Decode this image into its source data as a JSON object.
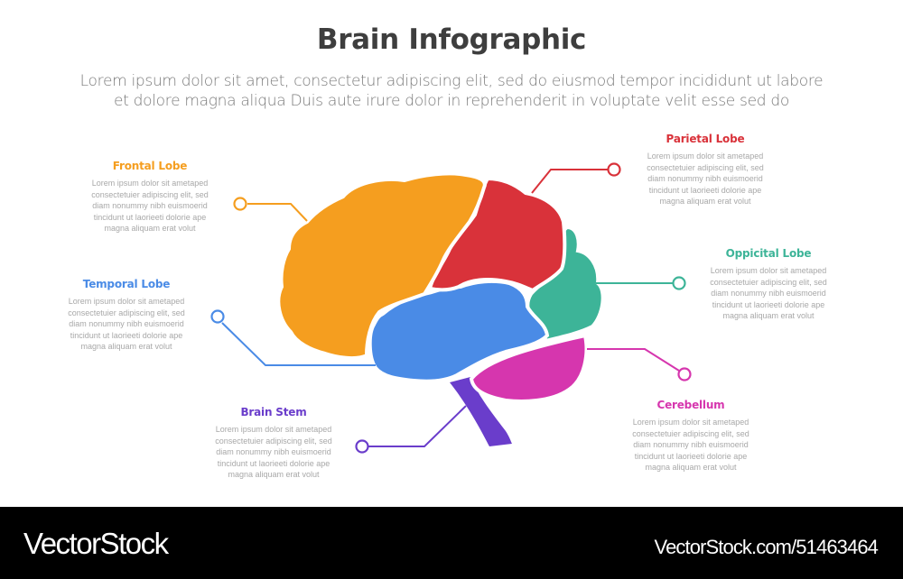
{
  "header": {
    "title": "Brain Infographic",
    "subtitle_line1": "Lorem ipsum dolor sit amet, consectetur adipiscing elit, sed do eiusmod tempor incididunt ut labore",
    "subtitle_line2": "et dolore magna aliqua Duis aute irure dolor in reprehenderit in voluptate velit esse sed do"
  },
  "sections": [
    {
      "id": "frontal",
      "title": "Frontal Lobe",
      "color": "#F59E1F",
      "desc": [
        "Lorem ipsum dolor sit ametaped",
        "consectetuier adipiscing elit, sed",
        "diam nonummy nibh euismoerid",
        "tincidunt ut laorieeti dolorie ape",
        "magna aliquam erat volut"
      ]
    },
    {
      "id": "parietal",
      "title": "Parietal Lobe",
      "color": "#D9323A",
      "desc": [
        "Lorem ipsum dolor sit ametaped",
        "consectetuier adipiscing elit, sed",
        "diam nonummy nibh euismoerid",
        "tincidunt ut laorieeti dolorie ape",
        "magna aliquam erat volut"
      ]
    },
    {
      "id": "temporal",
      "title": "Temporal Lobe",
      "color": "#4A8BE6",
      "desc": [
        "Lorem ipsum dolor sit ametaped",
        "consectetuier adipiscing elit, sed",
        "diam nonummy nibh euismoerid",
        "tincidunt ut laorieeti dolorie ape",
        "magna aliquam erat volut"
      ]
    },
    {
      "id": "occipital",
      "title": "Oppicital Lobe",
      "color": "#3DB498",
      "desc": [
        "Lorem ipsum dolor sit ametaped",
        "consectetuier adipiscing elit, sed",
        "diam nonummy nibh euismoerid",
        "tincidunt ut laorieeti dolorie ape",
        "magna aliquam erat volut"
      ]
    },
    {
      "id": "brainstem",
      "title": "Brain Stem",
      "color": "#6A3DCB",
      "desc": [
        "Lorem ipsum dolor sit ametaped",
        "consectetuier adipiscing elit, sed",
        "diam nonummy nibh euismoerid",
        "tincidunt ut laorieeti dolorie ape",
        "magna aliquam erat volut"
      ]
    },
    {
      "id": "cerebellum",
      "title": "Cerebellum",
      "color": "#D636AE",
      "desc": [
        "Lorem ipsum dolor sit ametaped",
        "consectetuier adipiscing elit, sed",
        "diam nonummy nibh euismoerid",
        "tincidunt ut laorieeti dolorie ape",
        "magna aliquam erat volut"
      ]
    }
  ],
  "footer": {
    "brand": "VectorStock",
    "image_id": "VectorStock.com/51463464"
  }
}
